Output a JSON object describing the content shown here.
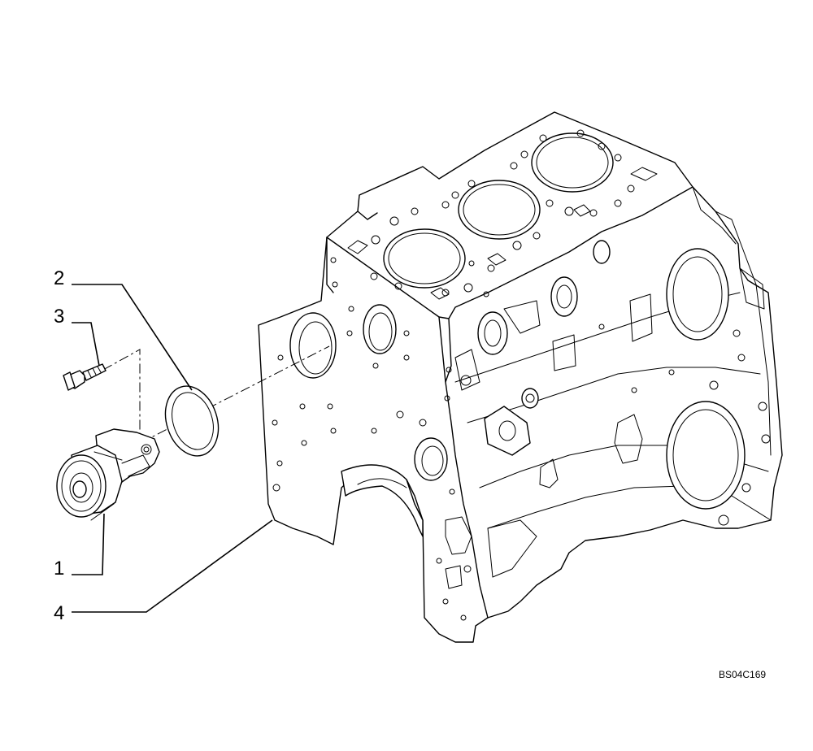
{
  "diagram": {
    "reference_code": "BS04C169",
    "callouts": [
      {
        "id": "c1",
        "label": "1"
      },
      {
        "id": "c2",
        "label": "2"
      },
      {
        "id": "c3",
        "label": "3"
      },
      {
        "id": "c4",
        "label": "4"
      }
    ],
    "parts": [
      {
        "callout": "1",
        "icon": "water-pump-icon"
      },
      {
        "callout": "2",
        "icon": "o-ring-gasket-icon"
      },
      {
        "callout": "3",
        "icon": "flange-bolt-icon"
      },
      {
        "callout": "4",
        "icon": "engine-block-icon"
      }
    ]
  }
}
